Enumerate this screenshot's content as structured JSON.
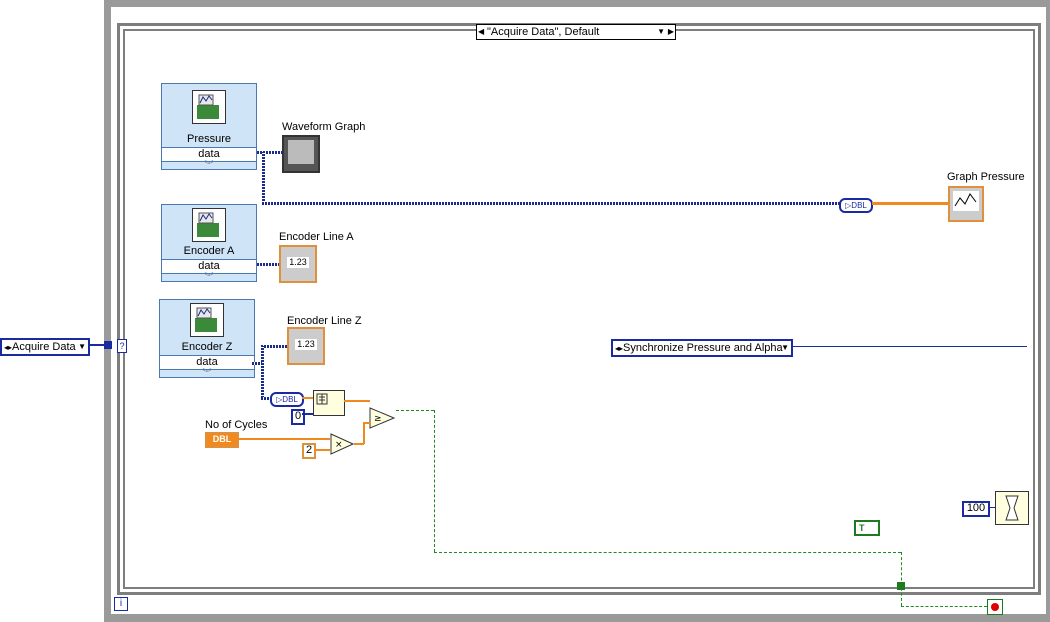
{
  "shift_register": {
    "enum_label": "Acquire Data"
  },
  "case_structure": {
    "selector_label": "\"Acquire Data\", Default"
  },
  "express_vis": [
    {
      "name": "Pressure",
      "output": "data"
    },
    {
      "name": "Encoder A",
      "output": "data"
    },
    {
      "name": "Encoder Z",
      "output": "data"
    }
  ],
  "indicators": {
    "waveform_graph": "Waveform Graph",
    "encoder_line_a": "Encoder Line A",
    "encoder_line_z": "Encoder Line Z",
    "graph_pressure": "Graph Pressure",
    "num_glyph": "1.23",
    "dbl_type": "DBL"
  },
  "controls": {
    "no_of_cycles": "No of Cycles",
    "no_of_cycles_type": "DBL"
  },
  "constants": {
    "index_zero": "0",
    "multiplier": "2",
    "wait_ms": "100",
    "true_const": "T"
  },
  "next_state_enum": "Synchronize Pressure and Alpha",
  "loop": {
    "iteration_terminal": "i"
  },
  "icons": [
    "daq-assistant-icon",
    "waveform-graph-icon",
    "numeric-indicator-icon",
    "xy-graph-icon",
    "array-size-icon",
    "multiply-icon",
    "greater-or-equal-icon",
    "wait-ms-icon",
    "stop-icon",
    "iteration-icon"
  ],
  "colors": {
    "wire_blue": "#1a2a8a",
    "wire_orange": "#f08a1e",
    "wire_green": "#1f8a1f",
    "express_bg": "#cfe4f7"
  }
}
